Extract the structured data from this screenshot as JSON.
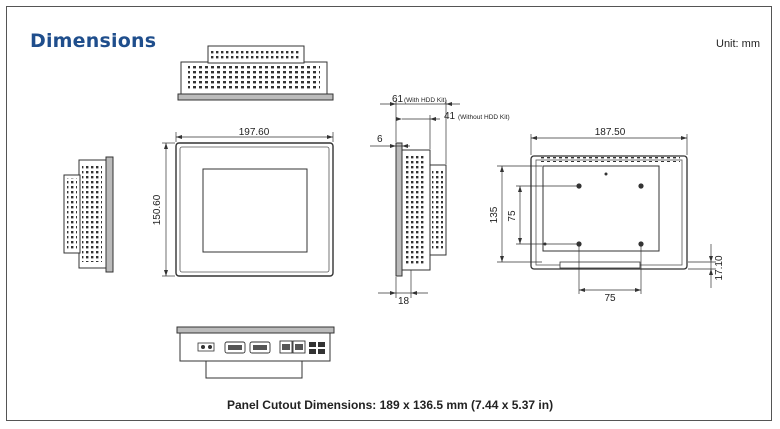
{
  "header": {
    "title": "Dimensions",
    "unit": "Unit: mm"
  },
  "front_view": {
    "width": "197.60",
    "height": "150.60"
  },
  "side_view": {
    "depth_with_hdd": "61",
    "depth_with_hdd_note": "(With HDD Kit)",
    "depth_without_hdd": "41",
    "depth_without_hdd_note": "(Without HDD Kit)",
    "bezel": "6",
    "bottom": "18"
  },
  "rear_view": {
    "width": "187.50",
    "height": "135",
    "hole_v": "75",
    "hole_h": "75",
    "offset": "17.10"
  },
  "footer": {
    "caption": "Panel Cutout Dimensions: 189 x 136.5 mm (7.44 x 5.37 in)"
  }
}
